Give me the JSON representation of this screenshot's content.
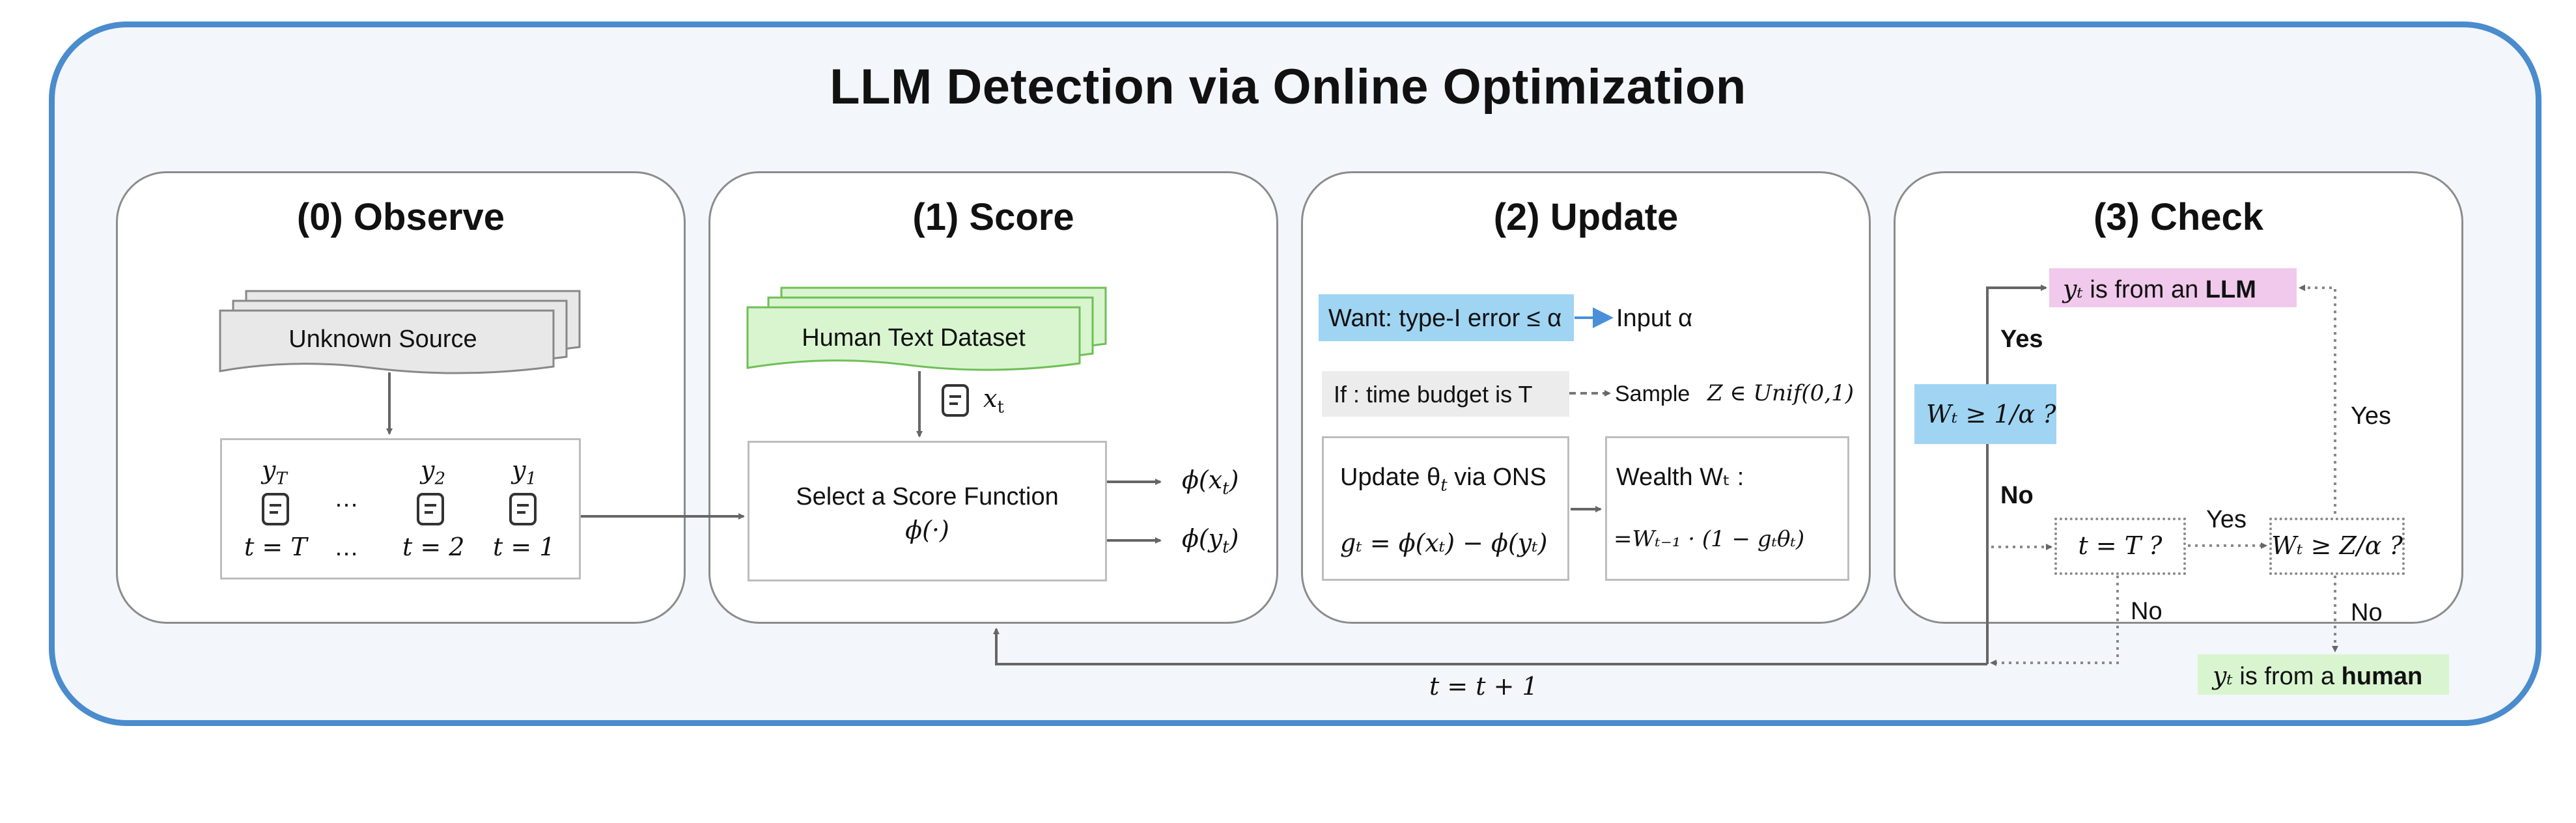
{
  "title": "LLM Detection via Online Optimization",
  "colors": {
    "frame": "#4a8ccd",
    "blue_fill": "#9fd4f2",
    "pink_fill": "#f0c9ec",
    "green_fill": "#d9f5d0",
    "green_stroke": "#6fbf56",
    "arrow_gray": "#666666"
  },
  "panels": [
    {
      "title": "(0) Observe"
    },
    {
      "title": "(1) Score"
    },
    {
      "title": "(2) Update"
    },
    {
      "title": "(3) Check"
    }
  ],
  "observe": {
    "source_label": "Unknown Source",
    "seq": {
      "y_labels": [
        "y",
        "y",
        "y"
      ],
      "y_subs": [
        "T",
        "2",
        "1"
      ],
      "ellipsis": "…",
      "t_labels": [
        "t = T",
        "t = 2",
        "t = 1"
      ],
      "ellipsis_bottom": "…"
    }
  },
  "score": {
    "dataset_label": "Human Text Dataset",
    "x_t": "x",
    "x_sub": "t",
    "select_line1": "Select a Score Function",
    "select_line2": "ϕ(·)",
    "phi_x": "ϕ(x",
    "phi_y": "ϕ(y",
    "phi_sub": "t",
    "phi_close": ")"
  },
  "update": {
    "want_label": "Want: type-I error ≤ α",
    "input_label": "Input α",
    "if_label": "If :  time budget is T",
    "sample_label": "Sample",
    "sample_math": "Z ∈ Unif(0,1)",
    "ons_line1": "Update θ",
    "ons_sub": "t",
    "ons_line1_tail": " via ONS",
    "ons_line2": "gₜ = ϕ(xₜ) − ϕ(yₜ)",
    "wealth_line1": "Wealth Wₜ :",
    "wealth_line2": "=Wₜ₋₁ · (1 − gₜθₜ)"
  },
  "check": {
    "llm_prefix": "yₜ",
    "llm_mid": "is from an",
    "llm_bold": "LLM",
    "yes1": "Yes",
    "cond1": "Wₜ ≥ 1/α ?",
    "no1": "No",
    "cond2": "t = T ?",
    "yes2": "Yes",
    "cond3": "Wₜ ≥ Z/α ?",
    "yes3": "Yes",
    "no2": "No",
    "no3": "No",
    "human_prefix": "yₜ",
    "human_mid": "is from a",
    "human_bold": "human"
  },
  "loop_label": "t = t + 1"
}
